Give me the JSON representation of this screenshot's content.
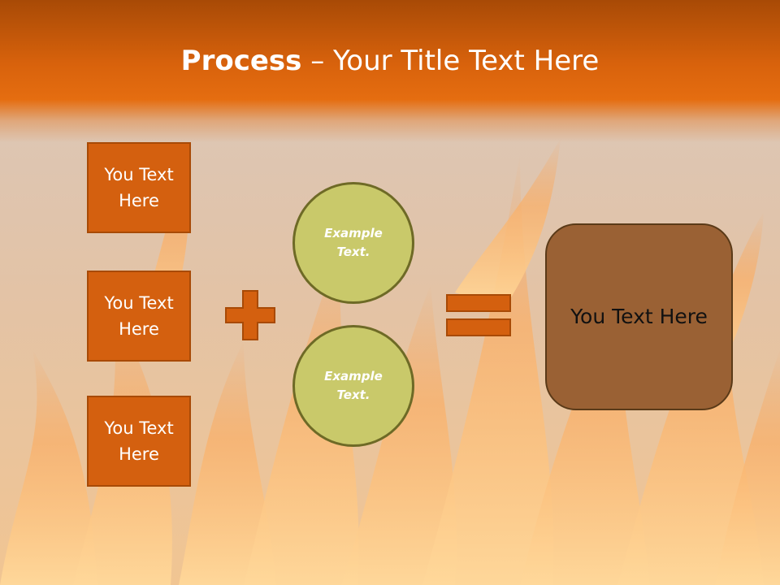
{
  "title": {
    "strong": "Process",
    "separator": " – ",
    "rest": "Your Title Text Here"
  },
  "left_boxes": [
    {
      "label": "You Text Here"
    },
    {
      "label": "You Text Here"
    },
    {
      "label": "You Text Here"
    }
  ],
  "circles": [
    {
      "label": "Example Text."
    },
    {
      "label": "Example Text."
    }
  ],
  "operators": {
    "plus": "plus-sign",
    "equals": "equals-sign"
  },
  "result": {
    "label": "You Text Here"
  },
  "colors": {
    "title_band": "#d8620c",
    "box_fill": "#d4600f",
    "circle_fill": "#c9c96a",
    "result_fill": "#9a6134"
  }
}
